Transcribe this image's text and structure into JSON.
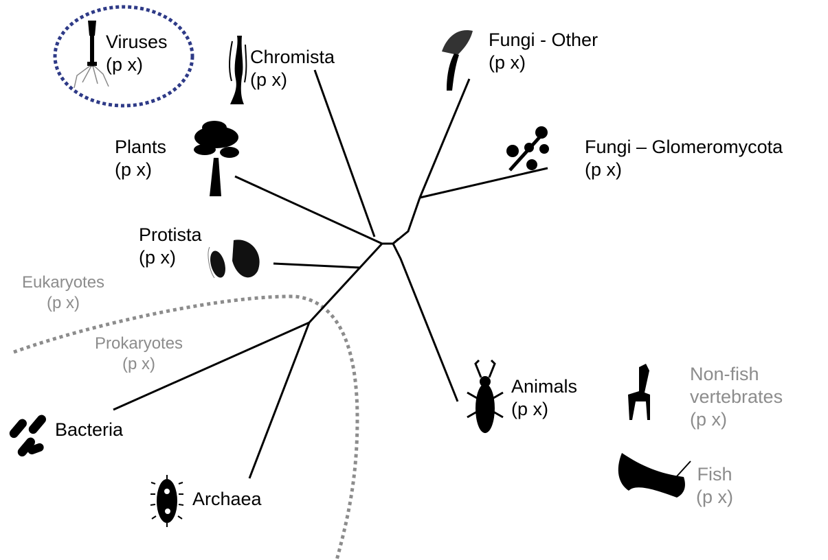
{
  "labels": {
    "viruses": {
      "name": "Viruses",
      "sub": "(p x)"
    },
    "chromista": {
      "name": "Chromista",
      "sub": "(p x)"
    },
    "fungi_other": {
      "name": "Fungi - Other",
      "sub": "(p x)"
    },
    "fungi_glomeromycota": {
      "name": "Fungi – Glomeromycota",
      "sub": "(p x)"
    },
    "plants": {
      "name": "Plants",
      "sub": "(p x)"
    },
    "protista": {
      "name": "Protista",
      "sub": "(p x)"
    },
    "eukaryotes": {
      "name": "Eukaryotes",
      "sub": "(p x)"
    },
    "prokaryotes": {
      "name": "Prokaryotes",
      "sub": "(p x)"
    },
    "bacteria": {
      "name": "Bacteria"
    },
    "archaea": {
      "name": "Archaea"
    },
    "animals": {
      "name": "Animals",
      "sub": "(p x)"
    },
    "non_fish_vertebrates": {
      "line1": "Non-fish",
      "line2": "vertebrates",
      "sub": "(p x)"
    },
    "fish": {
      "name": "Fish",
      "sub": "(p x)"
    }
  },
  "colors": {
    "branch": "#000000",
    "divider": "#8c8c8c",
    "virus_ring": "#2e3a87",
    "muted_text": "#8c8c8c"
  },
  "icons": [
    "bacteriophage-icon",
    "seaweed-icon",
    "mushroom-icon",
    "glomeromycota-spores-icon",
    "tree-icon",
    "protist-cells-icon",
    "bacteria-rods-icon",
    "archaea-cell-icon",
    "insect-icon",
    "giraffe-icon",
    "manta-ray-icon"
  ]
}
